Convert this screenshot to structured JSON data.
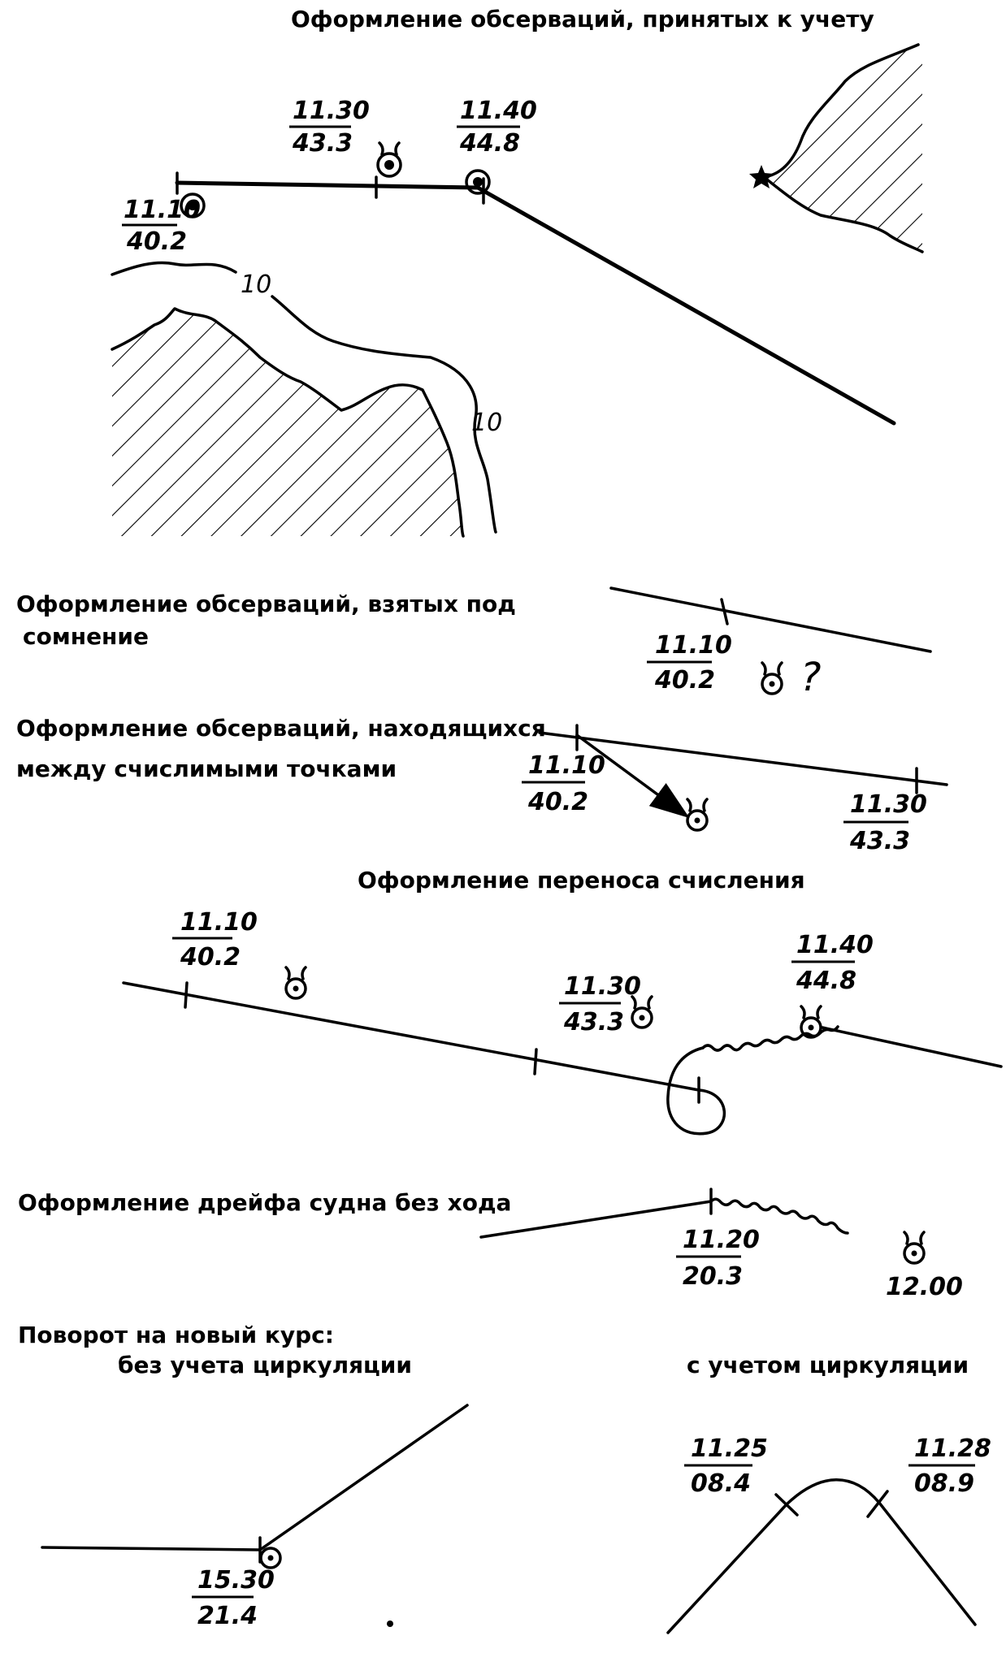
{
  "sections": {
    "accepted": {
      "title": "Оформление обсерваций, принятых к учету"
    },
    "doubtful": {
      "title_line1": "Оформление обсерваций, взятых под",
      "title_line2": "сомнение"
    },
    "between": {
      "title_line1": "Оформление обсерваций, находящихся",
      "title_line2": "между счислимыми точками"
    },
    "transfer": {
      "title": "Оформление переноса счисления"
    },
    "drift": {
      "title": "Оформление дрейфа судна без хода"
    },
    "turn": {
      "title": "Поворот на новый курс:",
      "left_caption": "без учета циркуляции",
      "right_caption": "с учетом циркуляции"
    }
  },
  "labels": {
    "a1_top": "11.10",
    "a1_bot": "40.2",
    "a2_top": "11.30",
    "a2_bot": "43.3",
    "a3_top": "11.40",
    "a3_bot": "44.8",
    "depth_1": "10",
    "depth_2": "10",
    "b_top": "11.10",
    "b_bot": "40.2",
    "b_q": "?",
    "c1_top": "11.10",
    "c1_bot": "40.2",
    "c2_top": "11.30",
    "c2_bot": "43.3",
    "d1_top": "11.10",
    "d1_bot": "40.2",
    "d2_top": "11.30",
    "d2_bot": "43.3",
    "d3_top": "11.40",
    "d3_bot": "44.8",
    "e1_top": "11.20",
    "e1_bot": "20.3",
    "e_time": "12.00",
    "f_top": "15.30",
    "f_bot": "21.4",
    "g1_top": "11.25",
    "g1_bot": "08.4",
    "g2_top": "11.28",
    "g2_bot": "08.9"
  }
}
